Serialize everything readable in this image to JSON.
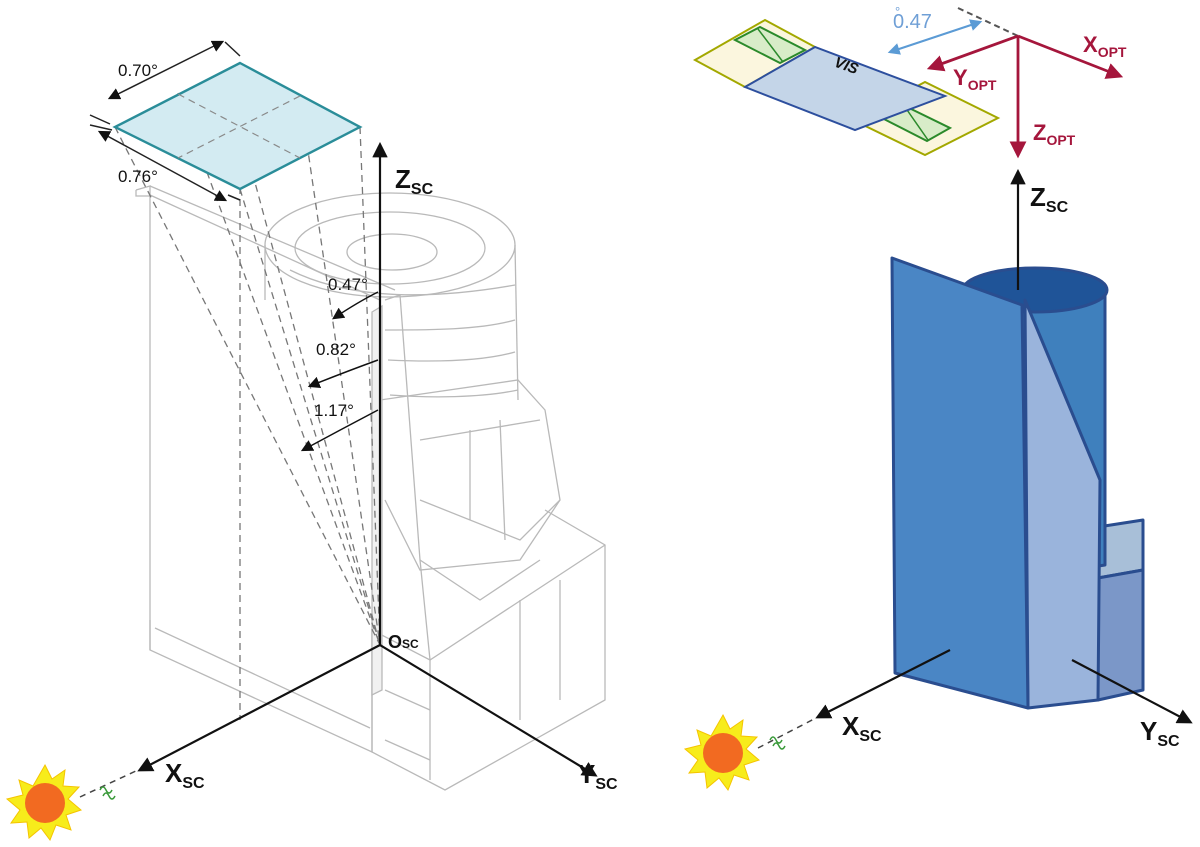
{
  "left_diagram": {
    "fov_width_label": "0.70°",
    "fov_height_label": "0.76°",
    "angle_labels": [
      "0.47°",
      "0.82°",
      "1.17°"
    ],
    "origin_label": "O",
    "origin_sub": "SC",
    "axes": {
      "z": {
        "main": "Z",
        "sub": "SC"
      },
      "x": {
        "main": "X",
        "sub": "SC"
      },
      "y": {
        "main": "Y",
        "sub": "SC"
      }
    }
  },
  "right_diagram": {
    "offset_label": "0.47",
    "offset_degree": "°",
    "vis_label": "VIS",
    "opt_axes": {
      "x": {
        "main": "X",
        "sub": "OPT"
      },
      "y": {
        "main": "Y",
        "sub": "OPT"
      },
      "z": {
        "main": "Z",
        "sub": "OPT"
      }
    },
    "axes": {
      "z": {
        "main": "Z",
        "sub": "SC"
      },
      "x": {
        "main": "X",
        "sub": "SC"
      },
      "y": {
        "main": "Y",
        "sub": "SC"
      }
    }
  },
  "colors": {
    "fov_fill": "#d3ebf2",
    "fov_stroke": "#2a8d99",
    "opt_axis": "#a5163c",
    "offset_blue": "#5b9bd5",
    "sc_blue_dark": "#4a86c5",
    "sc_blue_light": "#9ab4dc",
    "sun_orange": "#f26a21",
    "sun_yellow": "#f7ec1b"
  }
}
